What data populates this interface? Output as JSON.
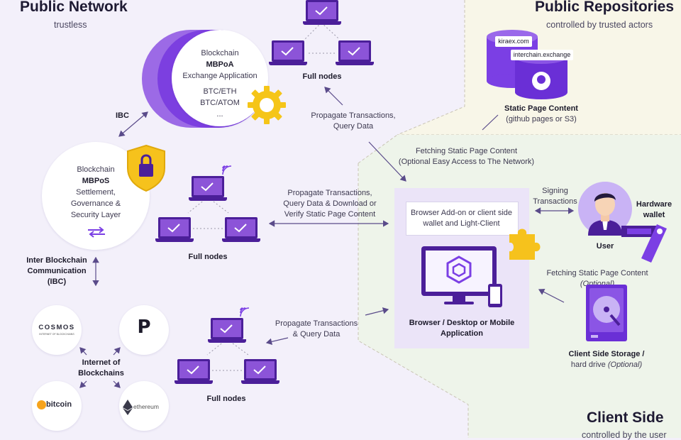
{
  "regions": {
    "public_network": {
      "title": "Public Network",
      "subtitle": "trustless"
    },
    "public_repositories": {
      "title": "Public Repositories",
      "subtitle": "controlled by trusted actors"
    },
    "client_side": {
      "title": "Client Side",
      "subtitle": "controlled by the user"
    }
  },
  "mbpoa": {
    "line1": "Blockchain",
    "line2": "MBPoA",
    "line3": "Exchange Application",
    "line4": "BTC/ETH",
    "line5": "BTC/ATOM",
    "line6": "..."
  },
  "mbpos": {
    "line1": "Blockchain",
    "line2": "MBPoS",
    "line3": "Settlement,",
    "line4": "Governance &",
    "line5": "Security Layer"
  },
  "labels": {
    "ibc": "IBC",
    "inter_blockchain": [
      "Inter Blockchain",
      "Communication",
      "(IBC)"
    ],
    "internet_of_blockchains": [
      "Internet of",
      "Blockchains"
    ],
    "full_nodes_top": "Full nodes",
    "full_nodes_mid": "Full nodes",
    "full_nodes_bottom": "Full nodes",
    "propagate_top": [
      "Propagate Transactions,",
      "Query Data"
    ],
    "propagate_mid": [
      "Propagate Transactions,",
      "Query Data & Download or",
      "Verify Static Page Content"
    ],
    "propagate_bottom": [
      "Propagate Transactions",
      "& Query Data"
    ],
    "fetching_top": [
      "Fetching Static Page Content",
      "(Optional Easy Access to The Network)"
    ],
    "signing": [
      "Signing",
      "Transactions"
    ],
    "fetching_bottom": [
      "Fetching Static Page Content",
      "(Optional)"
    ]
  },
  "repositories": {
    "domain1": "kiraex.com",
    "domain2": "interchain.exchange",
    "content_title": "Static Page Content",
    "content_sub": "(github pages or S3)"
  },
  "client": {
    "addon": [
      "Browser Add-on or client side",
      "wallet and Light-Client"
    ],
    "app": [
      "Browser / Desktop or Mobile",
      "Application"
    ],
    "user": "User",
    "hardware_wallet": [
      "Hardware",
      "wallet"
    ],
    "storage_title": "Client Side Storage /",
    "storage_sub_plain": "hard drive ",
    "storage_sub_italic": "(Optional)"
  },
  "chains": {
    "cosmos": "COSMOS",
    "cosmos_tag": "INTERNET OF BLOCKCHAINS",
    "polkadot": "P",
    "bitcoin": "bitcoin",
    "ethereum": "ethereum"
  },
  "colors": {
    "purple": "#7b3fe4",
    "dark_purple": "#4b1f99",
    "yellow": "#f6c21c",
    "bg_network": "#f3f0fa",
    "bg_repo": "#f8f6e8",
    "bg_client": "#eef4ea"
  }
}
